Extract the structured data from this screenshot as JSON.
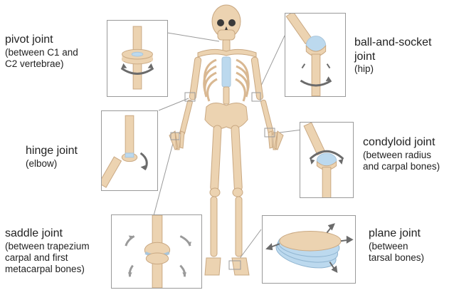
{
  "labels": {
    "pivot": {
      "title": "pivot joint",
      "sub_lines": [
        "(between C1 and",
        "C2 vertebrae)"
      ]
    },
    "hinge": {
      "title": "hinge joint",
      "sub_lines": [
        "(elbow)"
      ]
    },
    "saddle": {
      "title": "saddle joint",
      "sub_lines": [
        "(between trapezium",
        "carpal and first",
        "metacarpal bones)"
      ]
    },
    "ball": {
      "title_lines": [
        "ball-and-socket",
        "joint"
      ],
      "sub_lines": [
        "(hip)"
      ]
    },
    "condyloid": {
      "title": "condyloid joint",
      "sub_lines": [
        "(between radius",
        "and carpal bones)"
      ]
    },
    "plane": {
      "title": "plane joint",
      "sub_lines": [
        "(between",
        "tarsal bones)"
      ]
    }
  },
  "colors": {
    "bone": "#ecd3b1",
    "bone_outline": "#c9a882",
    "cartilage": "#bcd9ee",
    "arrow": "#6b6b6b",
    "leader": "#9a9a9a",
    "frame": "#9a9a9a"
  }
}
